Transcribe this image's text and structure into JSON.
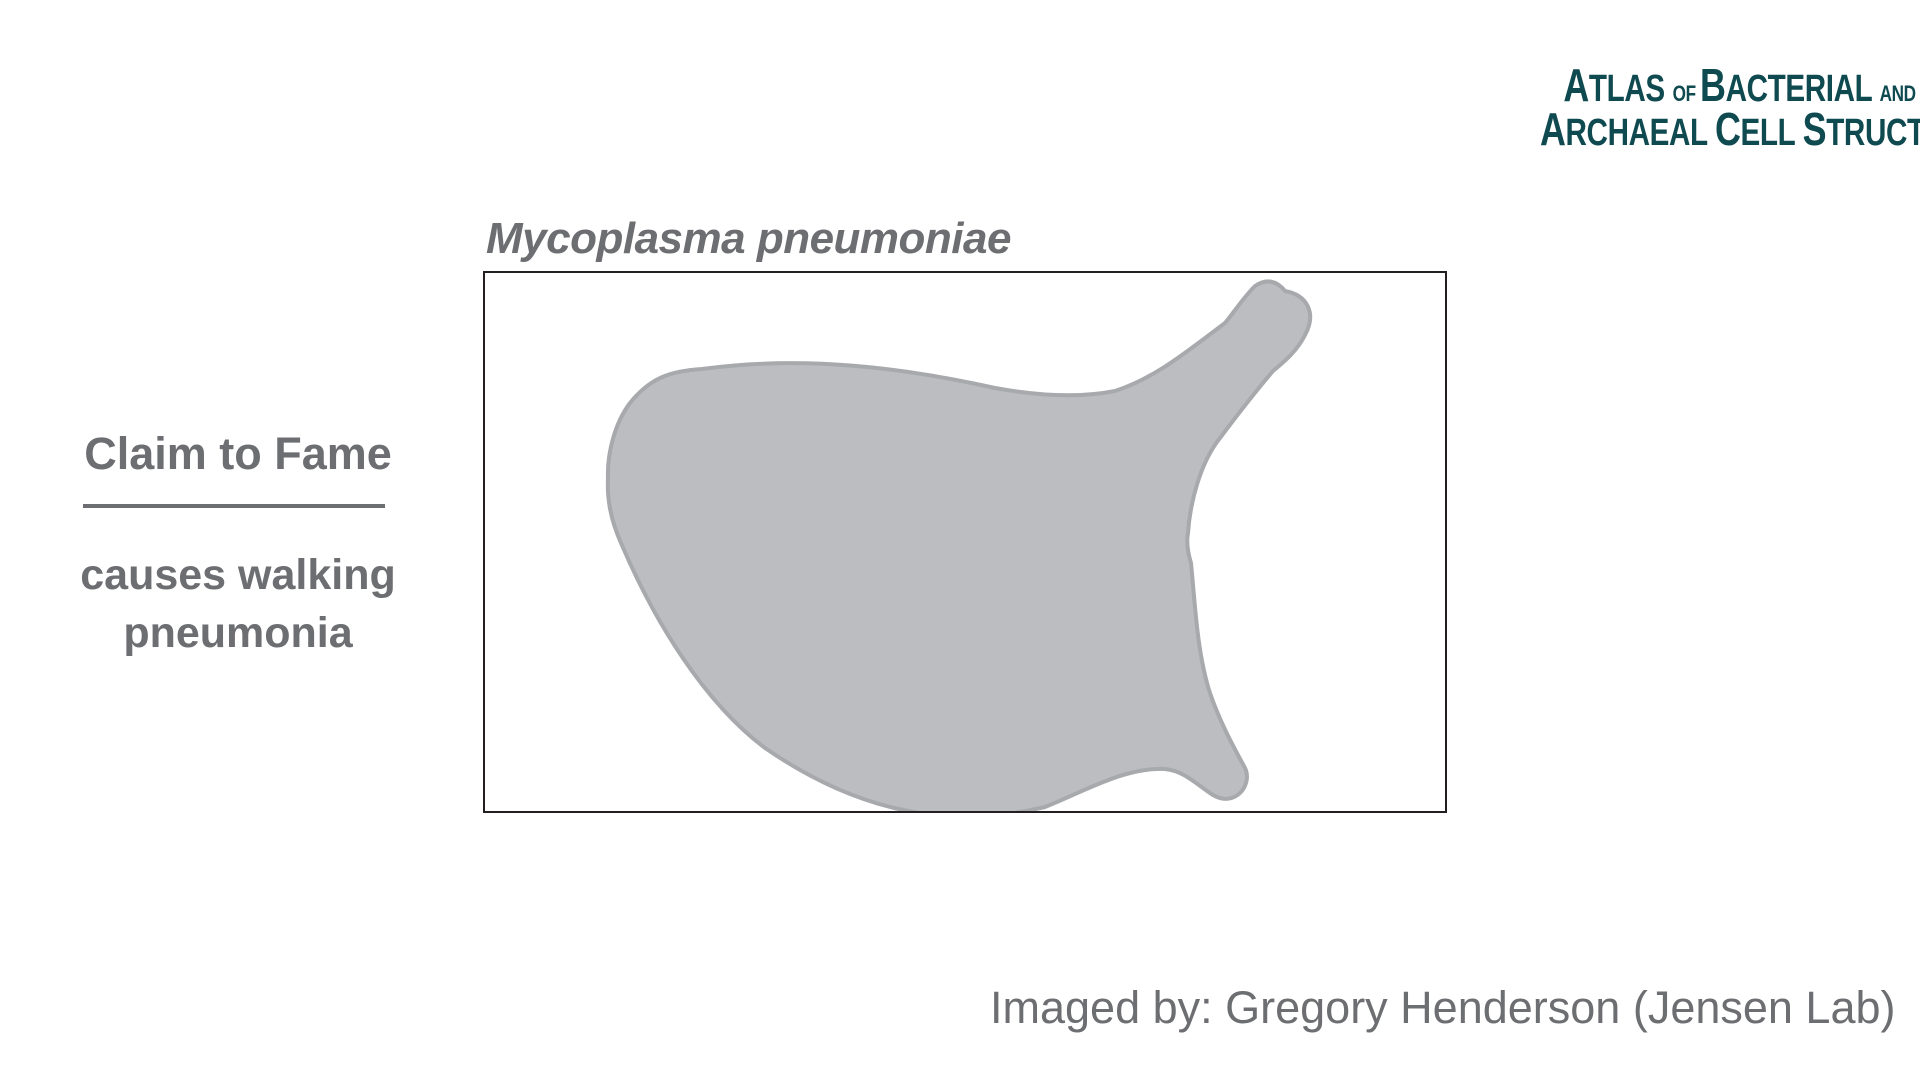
{
  "logo": {
    "line1_cap": "A",
    "line1_a": "TLAS ",
    "line1_of": "OF ",
    "line1_cap2": "B",
    "line1_b": "ACTERIAL ",
    "line1_and": "AND",
    "line2_cap": "A",
    "line2_a": "RCHAEAL ",
    "line2_cap2": "C",
    "line2_b": "ELL ",
    "line2_cap3": "S",
    "line2_c": "TRUCTURE",
    "color": "#0e4a50"
  },
  "species": {
    "title": "Mycoplasma pneumoniae"
  },
  "cell": {
    "fill": "#bcbdc0",
    "stroke": "#a7a9ac"
  },
  "claim": {
    "heading": "Claim to Fame",
    "text_line1": "causes walking",
    "text_line2": "pneumonia"
  },
  "credit": {
    "text": "Imaged by: Gregory Henderson (Jensen Lab)"
  }
}
